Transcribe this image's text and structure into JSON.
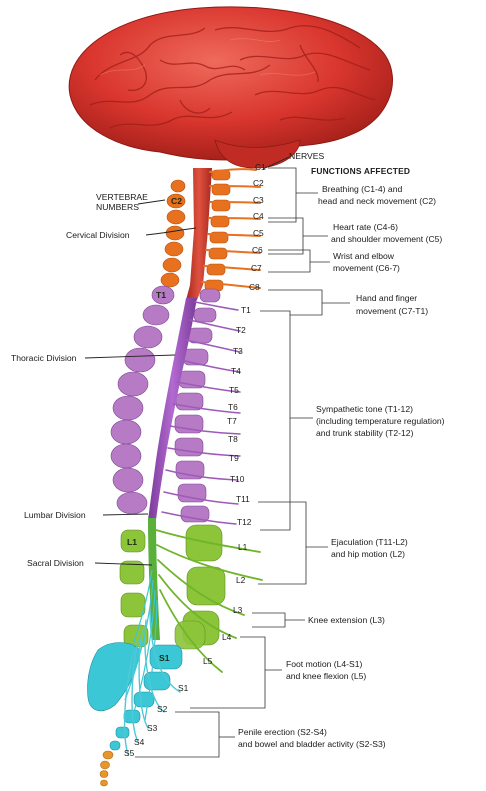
{
  "labels": {
    "nerves": "NERVES",
    "functions_affected": "FUNCTIONS AFFECTED",
    "vertebrae_numbers_1": "VERTEBRAE",
    "vertebrae_numbers_2": "NUMBERS",
    "cervical_division": "Cervical Division",
    "thoracic_division": "Thoracic Division",
    "lumbar_division": "Lumbar Division",
    "sacral_division": "Sacral Division"
  },
  "vertebra_labels": {
    "c2": "C2",
    "t1": "T1",
    "l1": "L1",
    "s1": "S1"
  },
  "nerve_labels": [
    "C1",
    "C2",
    "C3",
    "C4",
    "C5",
    "C6",
    "C7",
    "C8",
    "T1",
    "T2",
    "T3",
    "T4",
    "T5",
    "T6",
    "T7",
    "T8",
    "T9",
    "T10",
    "T11",
    "T12",
    "L1",
    "L2",
    "L3",
    "L4",
    "L5",
    "S1",
    "S2",
    "S3",
    "S4",
    "S5"
  ],
  "functions": [
    {
      "line1": "Breathing (C1-4) and",
      "line2": "head and neck movement (C2)"
    },
    {
      "line1": "Heart rate (C4-6)",
      "line2": "and shoulder movement (C5)"
    },
    {
      "line1": "Wrist and elbow",
      "line2": "movement (C6-7)"
    },
    {
      "line1": "Hand and finger",
      "line2": "movement (C7-T1)"
    },
    {
      "line1": "Sympathetic tone (T1-12)",
      "line2": "(including temperature regulation)",
      "line3": "and trunk stability (T2-12)"
    },
    {
      "line1": "Ejaculation (T11-L2)",
      "line2": "and hip motion (L2)"
    },
    {
      "line1": "Knee extension (L3)"
    },
    {
      "line1": "Foot motion (L4-S1)",
      "line2": "and knee flexion (L5)"
    },
    {
      "line1": "Penile erection (S2-S4)",
      "line2": "and bowel and bladder activity (S2-S3)"
    }
  ],
  "colors": {
    "brain": "#d9362e",
    "cervical": "#e8711f",
    "thoracic": "#b77bc6",
    "lumbar": "#8cc43a",
    "sacral": "#3cc7d6",
    "coccyx": "#e8952c"
  }
}
